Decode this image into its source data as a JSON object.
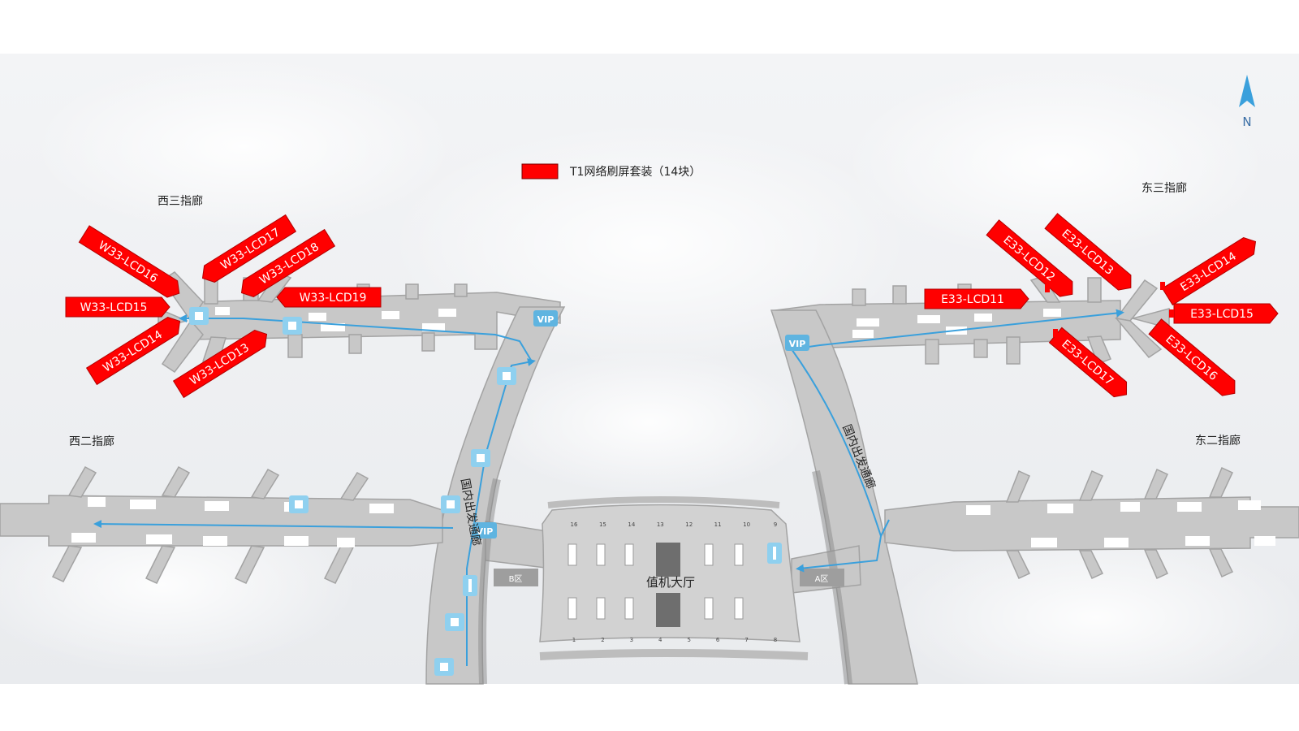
{
  "legend": {
    "label": "T1网络刷屏套装（14块）",
    "color": "#ff0000"
  },
  "compass": {
    "label": "N"
  },
  "colors": {
    "pier": "#c8c8c8",
    "pier_edge": "#a3a3a3",
    "flow": "#3aa0dc",
    "screen": "#ff0000",
    "marker": "#ffffff"
  },
  "areas": {
    "west3": "西三指廊",
    "west2": "西二指廊",
    "east3": "东三指廊",
    "east2": "东二指廊",
    "hall": "值机大厅",
    "corridor_west": "国内出发通廊",
    "corridor_east": "国内出发通廊",
    "zone_b": "B区",
    "zone_a": "A区",
    "vip": "VIP"
  },
  "screens": {
    "west": [
      "W33-LCD16",
      "W33-LCD17",
      "W33-LCD18",
      "W33-LCD15",
      "W33-LCD19",
      "W33-LCD14",
      "W33-LCD13"
    ],
    "east": [
      "E33-LCD12",
      "E33-LCD13",
      "E33-LCD14",
      "E33-LCD11",
      "E33-LCD15",
      "E33-LCD17",
      "E33-LCD16"
    ]
  },
  "hall_counters": {
    "top": [
      "16",
      "15",
      "14",
      "13",
      "12",
      "11",
      "10",
      "9"
    ],
    "bottom": [
      "1",
      "2",
      "3",
      "4",
      "5",
      "6",
      "7",
      "8"
    ]
  }
}
